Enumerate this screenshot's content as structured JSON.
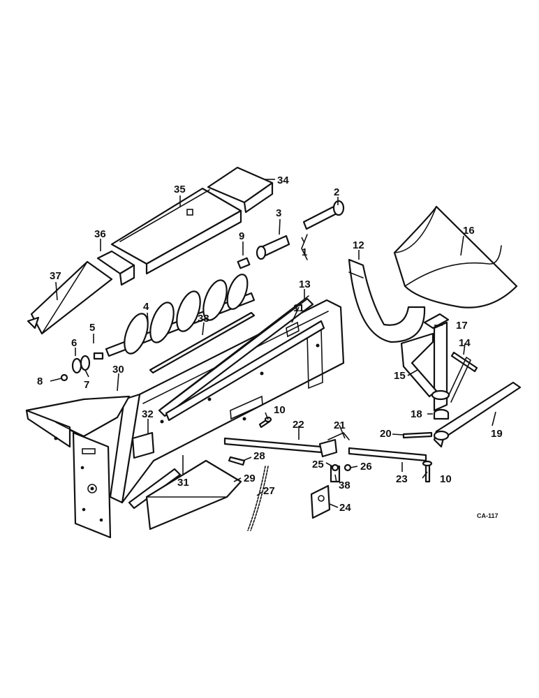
{
  "diagram": {
    "reference_code": "CA-117",
    "callouts": [
      {
        "id": "c1",
        "label": "1"
      },
      {
        "id": "c2",
        "label": "2"
      },
      {
        "id": "c3",
        "label": "3"
      },
      {
        "id": "c4",
        "label": "4"
      },
      {
        "id": "c5",
        "label": "5"
      },
      {
        "id": "c6",
        "label": "6"
      },
      {
        "id": "c7",
        "label": "7"
      },
      {
        "id": "c8",
        "label": "8"
      },
      {
        "id": "c9",
        "label": "9"
      },
      {
        "id": "c10a",
        "label": "10"
      },
      {
        "id": "c10b",
        "label": "10"
      },
      {
        "id": "c11",
        "label": "11"
      },
      {
        "id": "c12",
        "label": "12"
      },
      {
        "id": "c13",
        "label": "13"
      },
      {
        "id": "c14",
        "label": "14"
      },
      {
        "id": "c15",
        "label": "15"
      },
      {
        "id": "c16",
        "label": "16"
      },
      {
        "id": "c17",
        "label": "17"
      },
      {
        "id": "c18",
        "label": "18"
      },
      {
        "id": "c19",
        "label": "19"
      },
      {
        "id": "c20",
        "label": "20"
      },
      {
        "id": "c21",
        "label": "21"
      },
      {
        "id": "c22",
        "label": "22"
      },
      {
        "id": "c23",
        "label": "23"
      },
      {
        "id": "c24",
        "label": "24"
      },
      {
        "id": "c25",
        "label": "25"
      },
      {
        "id": "c26",
        "label": "26"
      },
      {
        "id": "c27",
        "label": "27"
      },
      {
        "id": "c28",
        "label": "28"
      },
      {
        "id": "c29",
        "label": "29"
      },
      {
        "id": "c30",
        "label": "30"
      },
      {
        "id": "c31",
        "label": "31"
      },
      {
        "id": "c32",
        "label": "32"
      },
      {
        "id": "c33",
        "label": "33"
      },
      {
        "id": "c34",
        "label": "34"
      },
      {
        "id": "c35",
        "label": "35"
      },
      {
        "id": "c36",
        "label": "36"
      },
      {
        "id": "c37",
        "label": "37"
      },
      {
        "id": "c38",
        "label": "38"
      }
    ]
  }
}
